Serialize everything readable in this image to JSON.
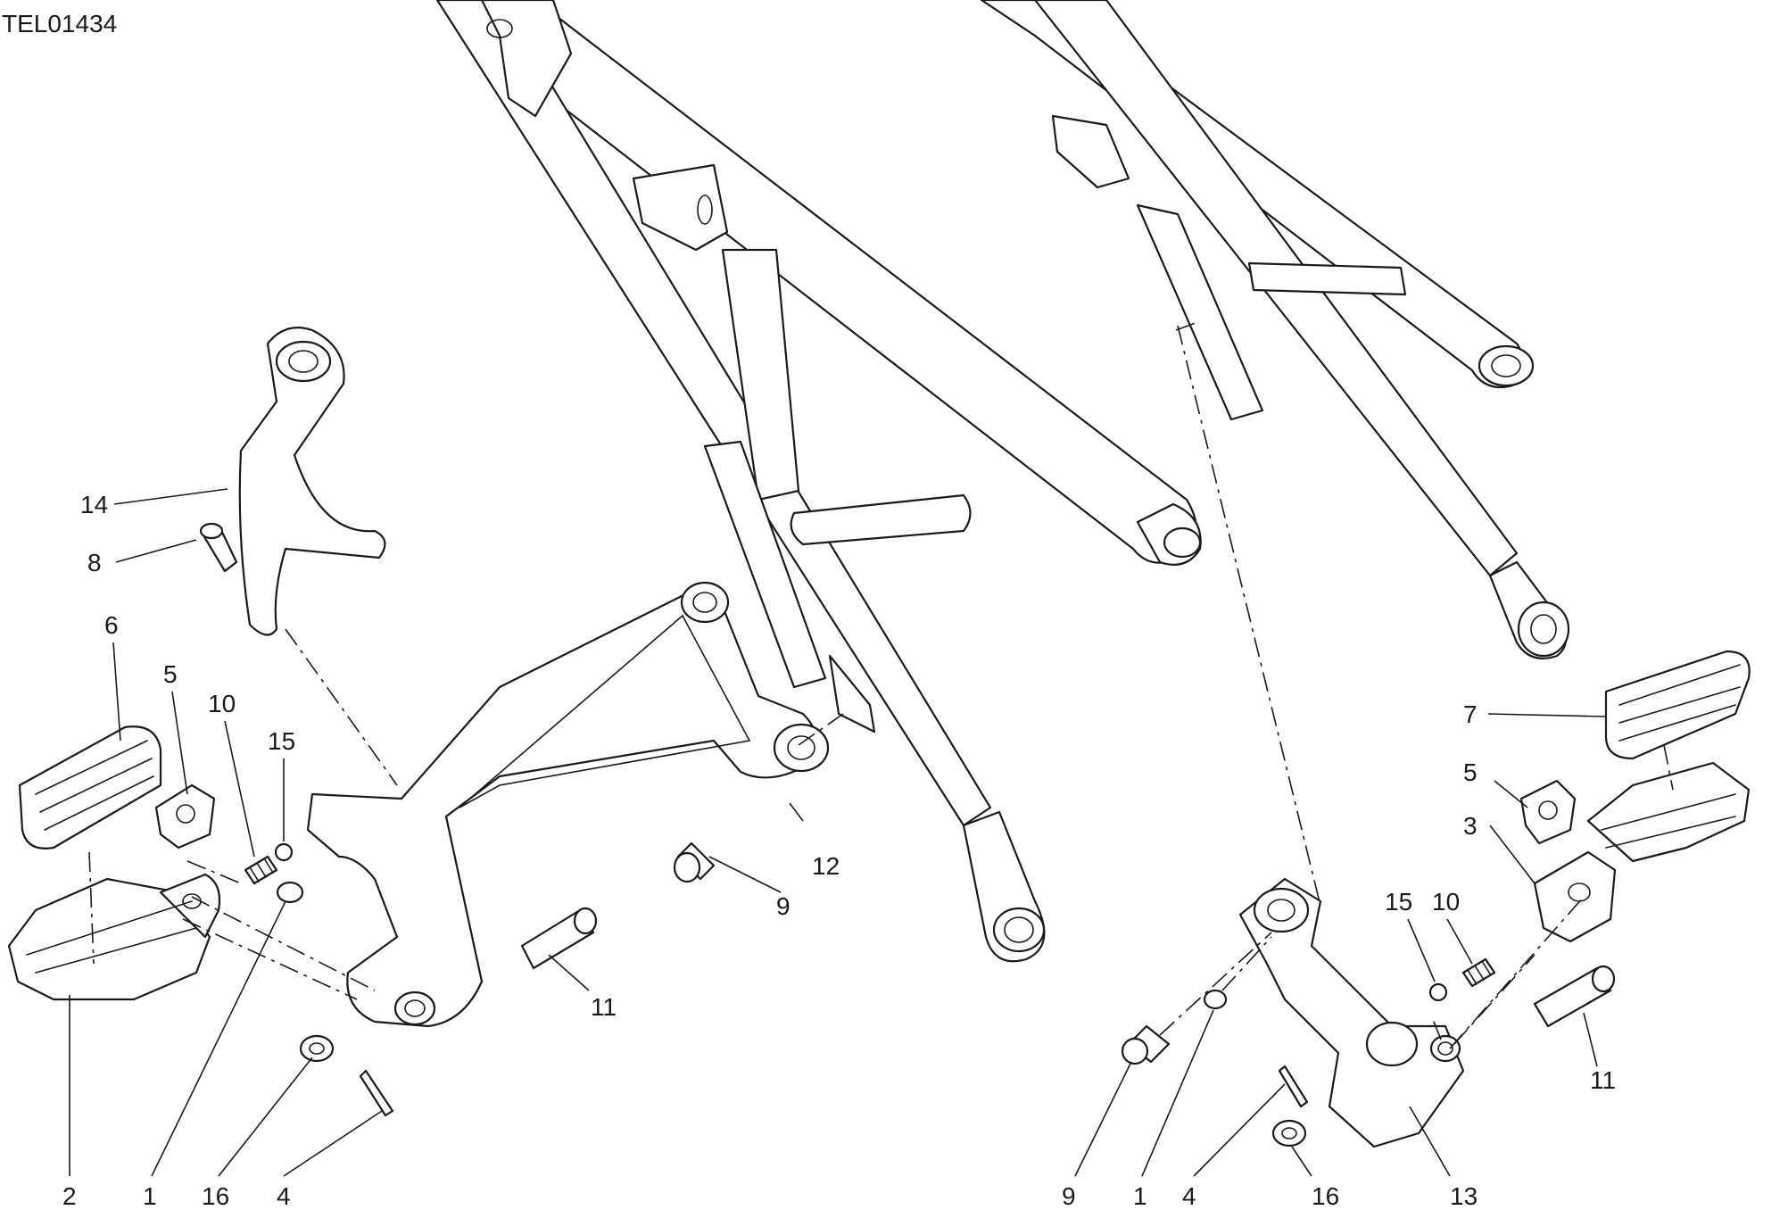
{
  "drawing_code": "TEL01434",
  "callouts": [
    "14",
    "8",
    "6",
    "5",
    "10",
    "15",
    "12",
    "9",
    "11",
    "2",
    "1",
    "16",
    "4",
    "7",
    "5",
    "3",
    "15",
    "10",
    "9",
    "1",
    "4",
    "16",
    "13",
    "11"
  ]
}
